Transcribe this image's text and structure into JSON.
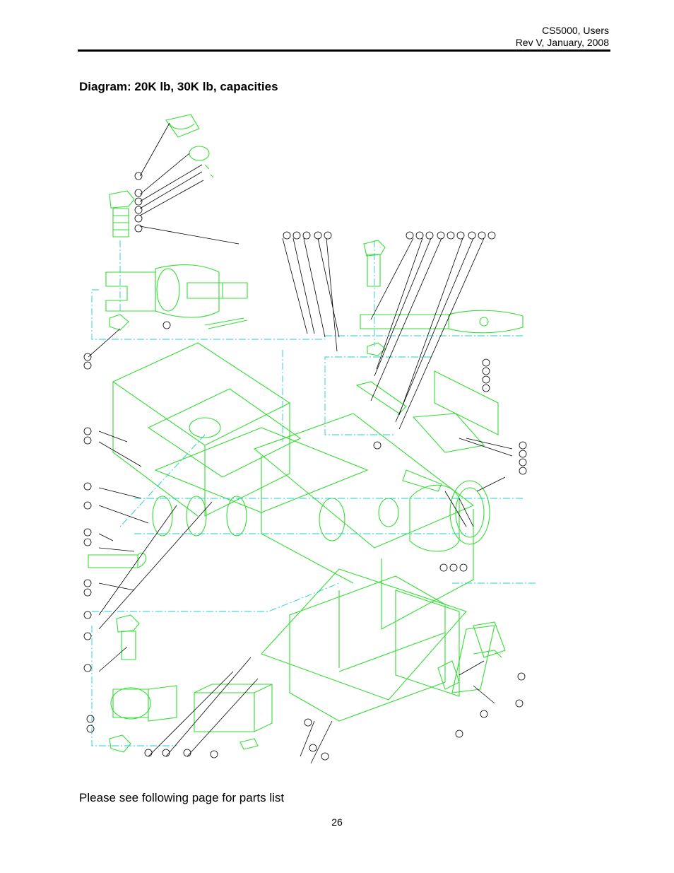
{
  "header": {
    "line1": "CS5000, Users",
    "line2": "Rev V, January, 2008"
  },
  "title": "Diagram:  20K lb, 30K lb, capacities",
  "footer_note": "Please see following page for parts list",
  "page_number": "26",
  "colors": {
    "part_lines": "#33dd33",
    "centerlines": "#22cccc",
    "leaders": "#000000"
  }
}
